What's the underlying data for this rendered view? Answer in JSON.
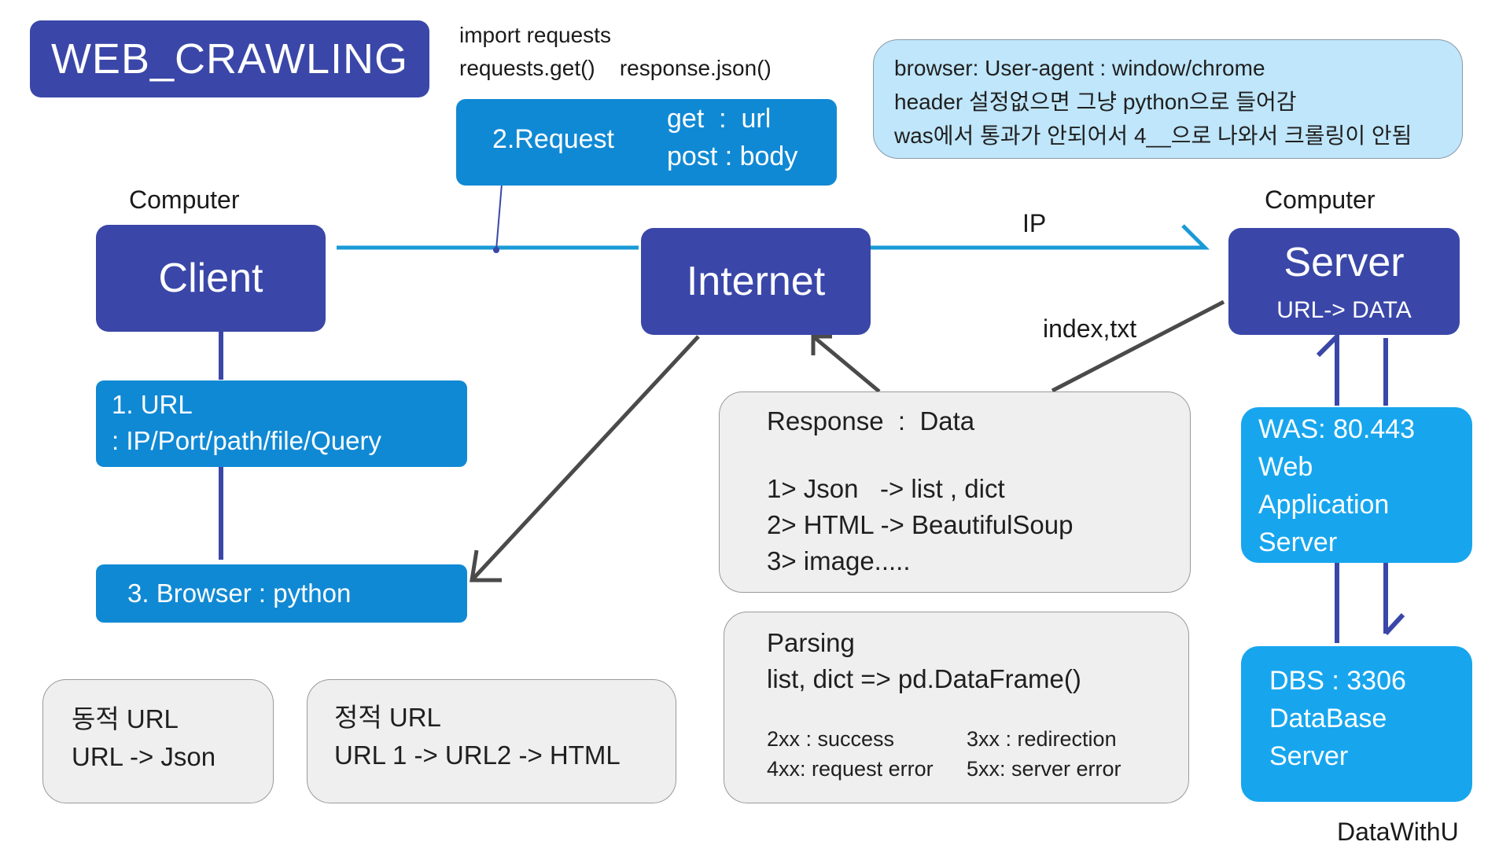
{
  "title": "WEB_CRAWLING",
  "code_note": {
    "line1": "import requests",
    "line2": "requests.get()    response.json()"
  },
  "browser_note": {
    "line1": "browser: User-agent : window/chrome",
    "line2": "header 설정없으면 그냥 python으로 들어감",
    "line3": "was에서 통과가 안되어서 4__으로  나와서 크롤링이 안됨"
  },
  "request": {
    "label": "2.Request",
    "get": "get  :  url",
    "post": "post : body"
  },
  "client": {
    "caption": "Computer",
    "label": "Client"
  },
  "internet": {
    "label": "Internet"
  },
  "server": {
    "caption": "Computer",
    "label": "Server",
    "sub": "URL-> DATA"
  },
  "ip_label": "IP",
  "index_label": "index,txt",
  "url_box": {
    "line1": "1. URL",
    "line2": ": IP/Port/path/file/Query"
  },
  "browser_box": {
    "label": "3. Browser : python"
  },
  "response": {
    "title": "Response  :  Data",
    "item1": "1> Json   -> list , dict",
    "item2": "2> HTML -> BeautifulSoup",
    "item3": "3> image....."
  },
  "parsing": {
    "title": "Parsing",
    "line": "list, dict => pd.DataFrame()",
    "s2xx": "2xx : success",
    "s3xx": "3xx : redirection",
    "s4xx": "4xx: request error",
    "s5xx": "5xx: server error"
  },
  "was": {
    "line1": "WAS: 80.443",
    "line2": "Web",
    "line3": "Application",
    "line4": "Server"
  },
  "dbs": {
    "line1": "DBS : 3306",
    "line2": "DataBase",
    "line3": "Server"
  },
  "dynamic_url": {
    "line1": "동적 URL",
    "line2": "URL -> Json"
  },
  "static_url": {
    "line1": "정적 URL",
    "line2": "URL 1 -> URL2 -> HTML"
  },
  "signature": "DataWithU",
  "colors": {
    "navy": "#3a47a8",
    "blue": "#1089d4",
    "cyan": "#17a6ee",
    "note": "#bfe6fa",
    "grey": "#efefef",
    "line_blue": "#1a9ad6",
    "line_grey": "#4a4a4a"
  }
}
